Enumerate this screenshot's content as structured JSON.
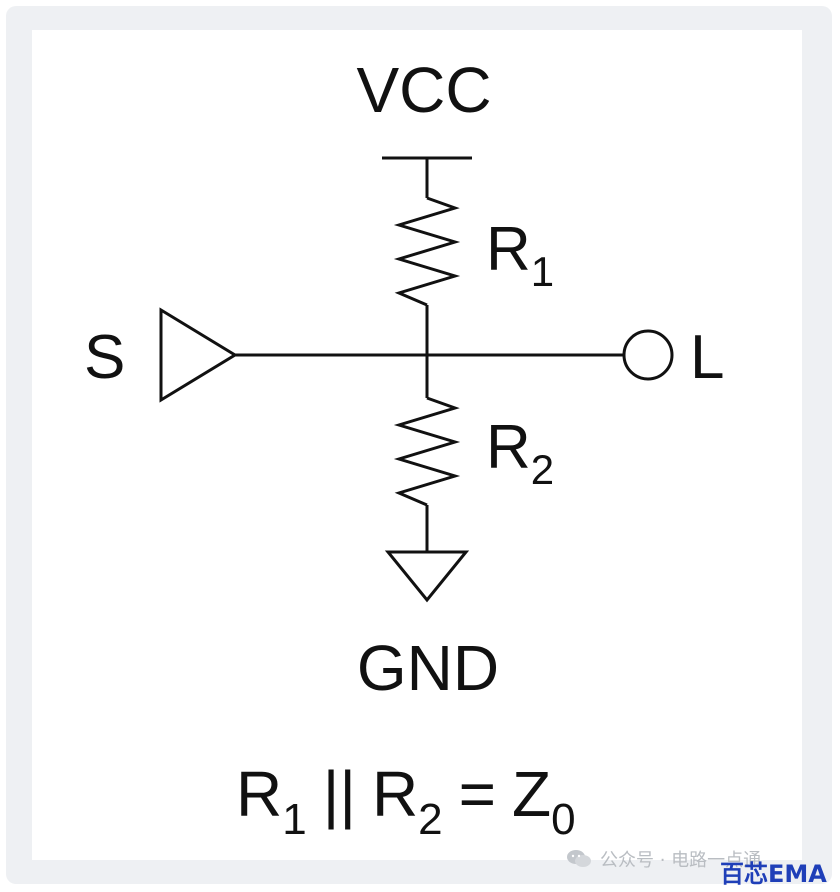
{
  "labels": {
    "vcc": "VCC",
    "gnd": "GND",
    "source": "S",
    "load": "L",
    "r1_main": "R",
    "r1_sub": "1",
    "r2_main": "R",
    "r2_sub": "2"
  },
  "equation": {
    "r1": "R",
    "r1_sub": "1",
    "parallel": "||",
    "r2": "R",
    "r2_sub": "2",
    "equals": "=",
    "z": "Z",
    "z_sub": "0"
  },
  "watermark": {
    "text": "公众号 · 电路一点通",
    "icon": "wechat-icon"
  },
  "brand": {
    "text": "百芯EMA",
    "color": "#1f3fb8"
  }
}
